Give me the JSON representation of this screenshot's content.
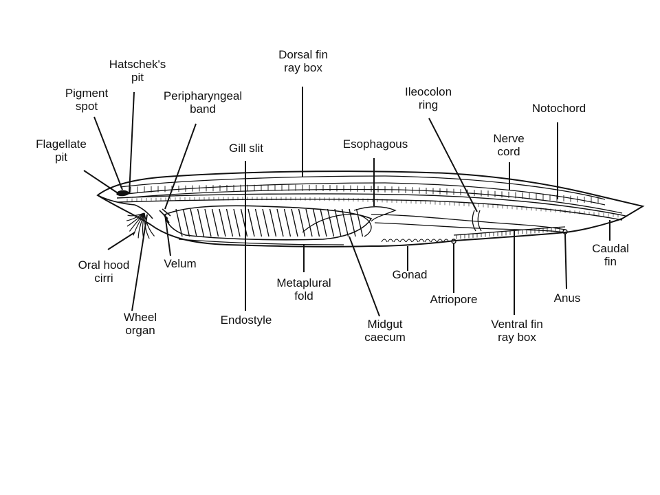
{
  "colors": {
    "ink": "#111111",
    "background": "#ffffff"
  },
  "labels": {
    "dorsal_fin_ray_box": [
      "Dorsal fin",
      "ray box"
    ],
    "hatscheks_pit": [
      "Hatschek's",
      "pit"
    ],
    "pigment_spot": [
      "Pigment",
      "spot"
    ],
    "peripharyngeal_band": [
      "Peripharyngeal",
      "band"
    ],
    "flagellate_pit": [
      "Flagellate",
      "pit"
    ],
    "gill_slit": [
      "Gill slit"
    ],
    "esophagous": [
      "Esophagous"
    ],
    "ileocolon_ring": [
      "Ileocolon",
      "ring"
    ],
    "notochord": [
      "Notochord"
    ],
    "nerve_cord": [
      "Nerve",
      "cord"
    ],
    "oral_hood_cirri": [
      "Oral hood",
      "cirri"
    ],
    "velum": [
      "Velum"
    ],
    "wheel_organ": [
      "Wheel",
      "organ"
    ],
    "endostyle": [
      "Endostyle"
    ],
    "metaplural_fold": [
      "Metaplural",
      "fold"
    ],
    "midgut_caecum": [
      "Midgut",
      "caecum"
    ],
    "gonad": [
      "Gonad"
    ],
    "atriopore": [
      "Atriopore"
    ],
    "ventral_fin_ray_box": [
      "Ventral fin",
      "ray box"
    ],
    "anus": [
      "Anus"
    ],
    "caudal_fin": [
      "Caudal",
      "fin"
    ]
  }
}
